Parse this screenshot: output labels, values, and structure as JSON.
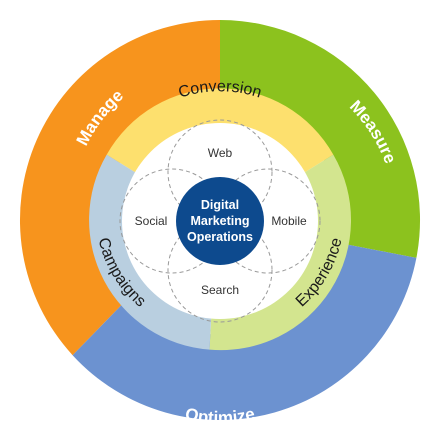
{
  "center": {
    "lines": [
      "Digital",
      "Marketing",
      "Operations"
    ],
    "color": "#0d4a8e"
  },
  "outer_ring": [
    {
      "label": "Manage",
      "color": "#f7941d"
    },
    {
      "label": "Measure",
      "color": "#8cc21e"
    },
    {
      "label": "Optimize",
      "color": "#6c92d0"
    }
  ],
  "middle_ring": [
    {
      "label": "Conversion",
      "color": "#fde06e"
    },
    {
      "label": "Experience",
      "color": "#d3e58f"
    },
    {
      "label": "Campaigns",
      "color": "#b9cfe0"
    }
  ],
  "inner_circles": [
    {
      "label": "Web"
    },
    {
      "label": "Mobile"
    },
    {
      "label": "Search"
    },
    {
      "label": "Social"
    }
  ],
  "colors": {
    "inner_circle_stroke": "#999999"
  }
}
